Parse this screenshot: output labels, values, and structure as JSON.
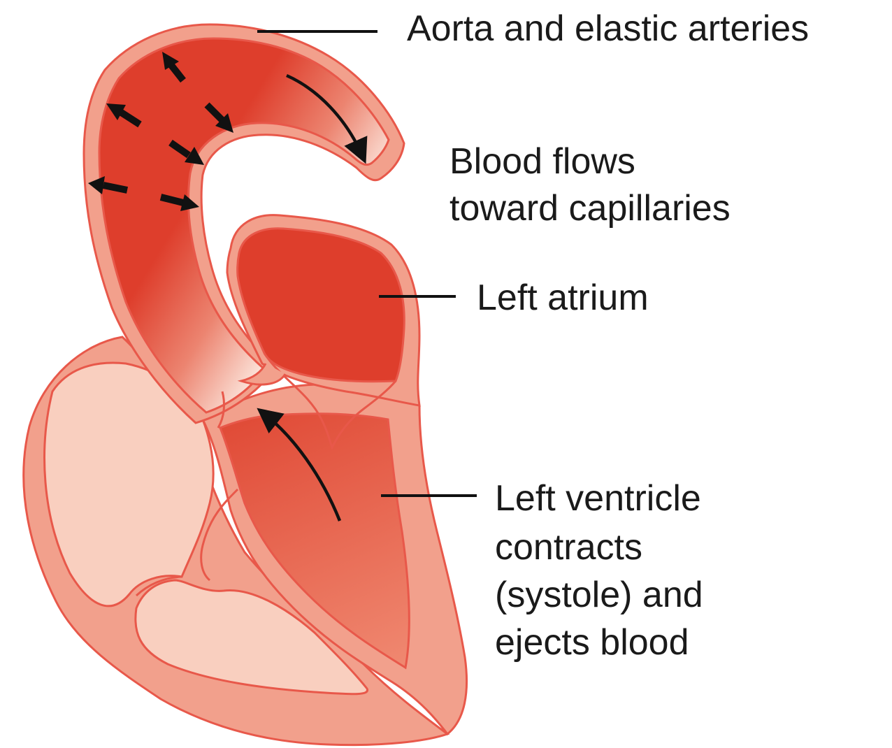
{
  "labels": {
    "aorta": "Aorta and elastic arteries",
    "flow_line1": "Blood flows",
    "flow_line2": "toward capillaries",
    "atrium": "Left atrium",
    "ventricle_line1": "Left ventricle",
    "ventricle_line2": "contracts",
    "ventricle_line3": "(systole) and",
    "ventricle_line4": "ejects blood"
  },
  "colors": {
    "outline": "#e8584a",
    "wall": "#f2a08c",
    "blood": "#de3e2c",
    "blood_light": "#f8d7cb",
    "chamber_pale": "#f9cfbf",
    "arrow": "#111111"
  }
}
